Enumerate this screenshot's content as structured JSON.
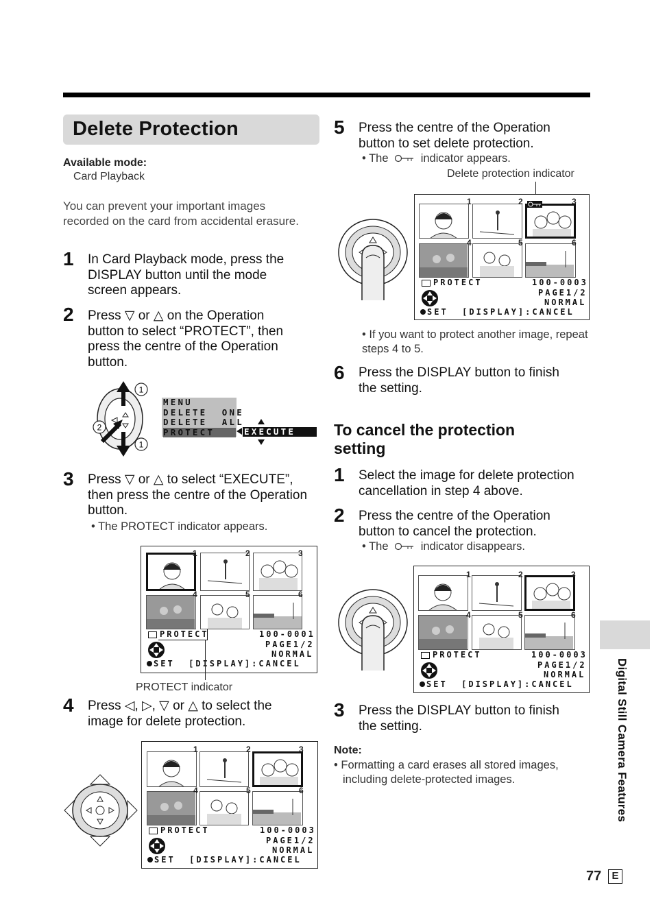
{
  "page": {
    "title": "Delete Protection",
    "available_mode_label": "Available mode:",
    "available_mode_value": "Card Playback",
    "intro": "You can prevent your important images recorded on the card from accidental erasure.",
    "side_label": "Digital Still Camera Features",
    "page_number": "77",
    "page_letter": "E"
  },
  "steps": [
    {
      "num": "1",
      "text": "In Card Playback mode, press the DISPLAY button until the mode screen appears."
    },
    {
      "num": "2",
      "text": "Press ▽ or △ on the Operation button to select “PROTECT”, then press the centre of the Operation button."
    },
    {
      "num": "3",
      "text": "Press ▽ or △ to select “EXECUTE”, then press the centre of the Operation button.",
      "bullet": "• The PROTECT indicator appears."
    },
    {
      "num": "4",
      "text": "Press ◁, ▷, ▽ or △ to select the image for delete protection."
    },
    {
      "num": "5",
      "text": "Press the centre of the Operation button to set delete protection.",
      "bullet_pre": "• The",
      "bullet_post": "indicator appears."
    },
    {
      "num": "6",
      "text": "Press the DISPLAY button to finish the setting."
    }
  ],
  "step5_after_bullet": "• If you want to protect another image, repeat steps 4 to 5.",
  "captions": {
    "protect_indicator": "PROTECT indicator",
    "delete_protection_indicator": "Delete protection indicator"
  },
  "menu": {
    "lines": [
      "MENU",
      "DELETE  ONE",
      "DELETE  ALL",
      "PROTECT"
    ],
    "execute": "EXECUTE",
    "circle1": "1",
    "circle2": "2"
  },
  "screens": {
    "protect": "PROTECT",
    "page": "PAGE1/2",
    "normal": "NORMAL",
    "set_cancel": "SET  [DISPLAY]:CANCEL",
    "file_0001": "100-0001",
    "file_0003": "100-0003",
    "thumb_numbers": [
      "1",
      "2",
      "3",
      "4",
      "5",
      "6"
    ]
  },
  "cancel": {
    "heading": "To cancel the protection setting",
    "steps": [
      {
        "num": "1",
        "text": "Select the image for delete protection cancellation in step 4 above."
      },
      {
        "num": "2",
        "text": "Press the centre of the Operation button to cancel the protection.",
        "bullet_pre": "• The",
        "bullet_post": "indicator disappears."
      },
      {
        "num": "3",
        "text": "Press the DISPLAY button to finish the setting."
      }
    ]
  },
  "note": {
    "label": "Note:",
    "text": "• Formatting a card erases all stored images, including delete-protected images."
  }
}
